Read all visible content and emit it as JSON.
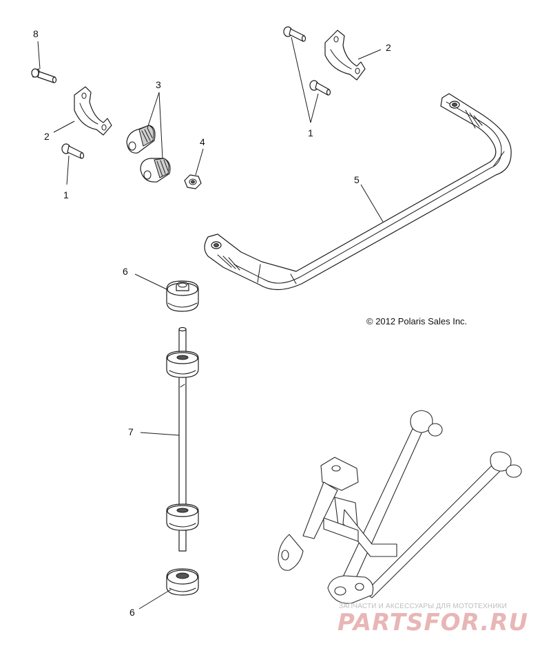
{
  "copyright": "© 2012 Polaris Sales Inc.",
  "callouts": {
    "bolt_short_left": "1",
    "bolts_short_right": "1",
    "bracket_left": "2",
    "bracket_right": "2",
    "bushings_split": "3",
    "flange_nut": "4",
    "stabilizer_bar": "5",
    "bushing_top": "6",
    "bushing_bottom": "6",
    "link_rod": "7",
    "bolt_long": "8"
  },
  "watermark": {
    "tagline": "ЗАПЧАСТИ И АКСЕССУАРЫ ДЛЯ МОТОТЕХНИКИ",
    "brand": "PARTSFOR.RU"
  }
}
